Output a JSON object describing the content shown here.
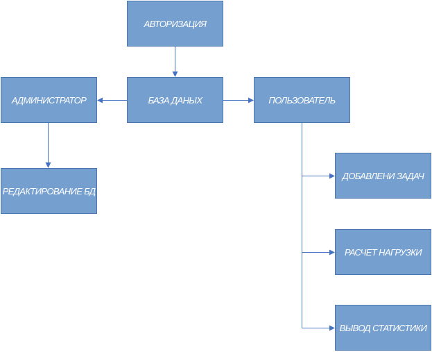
{
  "nodes": {
    "auth": "АВТОРИЗАЦИЯ",
    "database": "БАЗА ДАНЫХ",
    "admin": "АДМИНИСТРАТОР",
    "user": "ПОЛЬЗОВАТЕЛЬ",
    "edit_db": "РЕДАКТИРОВАНИЕ БД",
    "add_tasks": "ДОБАВЛЕНИ ЗАДАЧ",
    "load_calc": "РАСЧЕТ НАГРУЗКИ",
    "stats_output": "ВЫВОД СТАТИСТИКИ"
  },
  "colors": {
    "box_fill": "#759fcf",
    "box_border": "#4a76ad",
    "connector": "#4472c4",
    "label": "#ffffff"
  }
}
